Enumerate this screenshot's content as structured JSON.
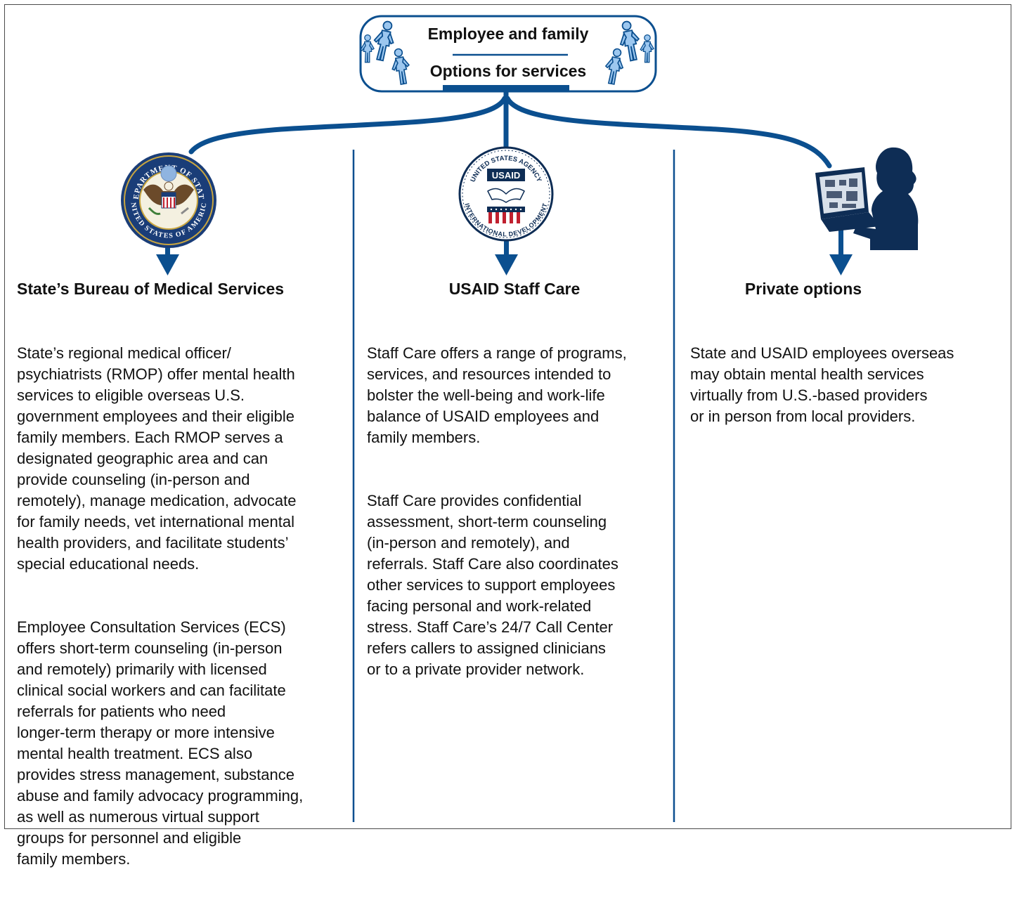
{
  "header": {
    "title": "Employee and family",
    "subtitle": "Options for services"
  },
  "colors": {
    "primary_blue": "#0b4f8f",
    "light_blue": "#9cc7ef",
    "navy": "#0e2d55"
  },
  "columns": [
    {
      "icon": "department-of-state-seal-icon",
      "seal_text_top": "DEPARTMENT OF STATE",
      "seal_text_bottom": "UNITED STATES OF AMERICA",
      "title": "State’s Bureau of Medical Services",
      "paragraphs": [
        "State’s regional medical officer/\npsychiatrists (RMOP) offer mental health\nservices to eligible overseas U.S.\ngovernment employees and their eligible\nfamily members. Each RMOP serves a\ndesignated geographic area and can\nprovide counseling (in-person and\nremotely), manage medication, advocate\nfor family needs, vet international mental\nhealth providers, and facilitate students’\nspecial educational needs.",
        "Employee Consultation Services (ECS)\noffers short-term counseling (in-person\nand remotely) primarily with licensed\nclinical social workers and can facilitate\nreferrals for patients who need\nlonger-term therapy or more intensive\nmental health treatment. ECS also\nprovides stress management, substance\nabuse and family advocacy programming,\nas well as numerous virtual support\ngroups for personnel and eligible\nfamily members."
      ]
    },
    {
      "icon": "usaid-seal-icon",
      "seal_text_top": "UNITED STATES AGENCY",
      "seal_text_bottom": "INTERNATIONAL DEVELOPMENT",
      "seal_label": "USAID",
      "title": "USAID Staff Care",
      "paragraphs": [
        "Staff Care offers a range of programs,\nservices, and resources intended to\nbolster the well-being and work-life\nbalance of USAID employees and\nfamily members.",
        "Staff Care provides confidential\nassessment, short-term counseling\n(in-person and remotely), and\nreferrals. Staff Care also coordinates\nother services to support employees\nfacing personal and work-related\nstress. Staff Care’s 24/7 Call Center\nrefers callers to assigned clinicians\nor to a private provider network."
      ]
    },
    {
      "icon": "person-at-laptop-icon",
      "title": "Private options",
      "paragraphs": [
        "State and USAID employees overseas\nmay obtain mental health services\nvirtually from U.S.-based providers\nor in person from local providers."
      ]
    }
  ]
}
